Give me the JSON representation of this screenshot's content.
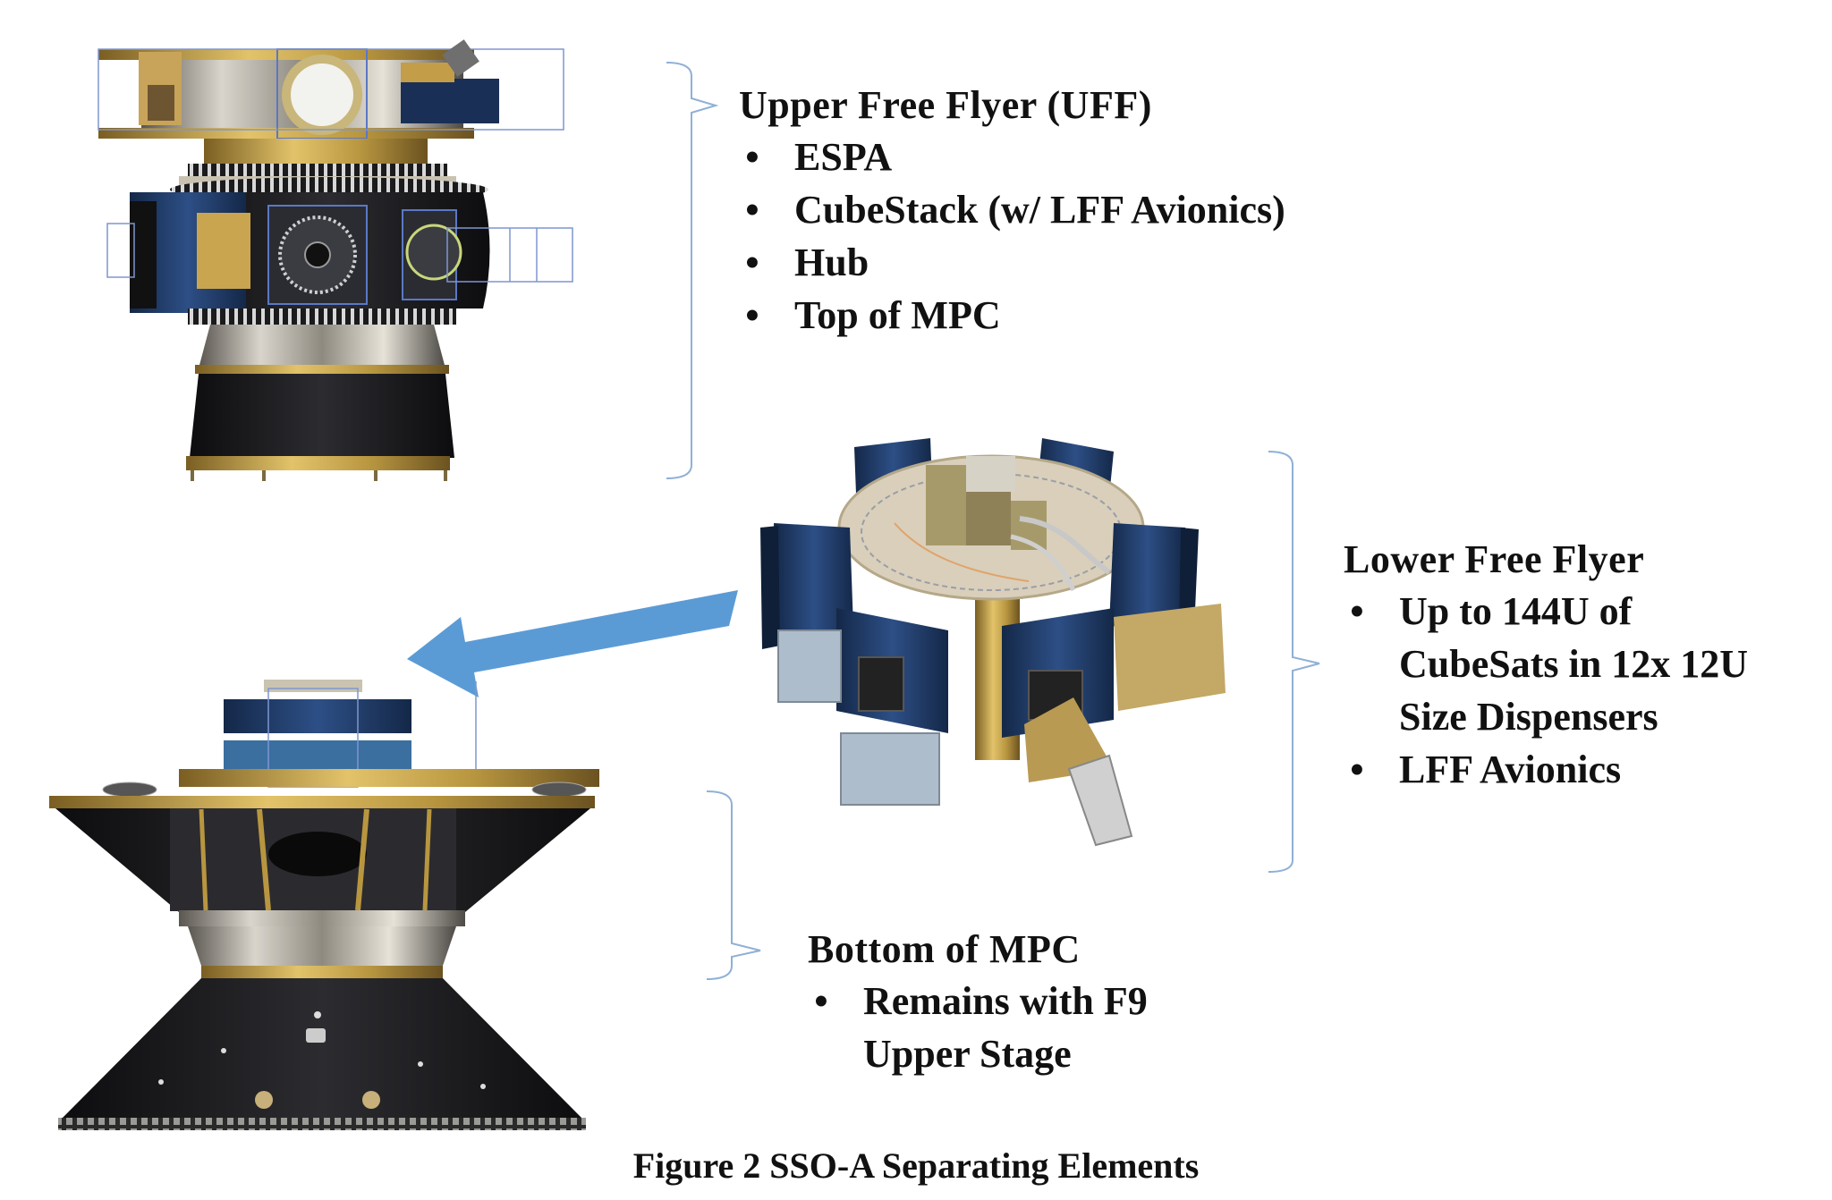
{
  "uff": {
    "title": "Upper Free Flyer (UFF)",
    "items": [
      "ESPA",
      "CubeStack (w/ LFF Avionics)",
      "Hub",
      "Top of MPC"
    ]
  },
  "lff": {
    "title": "Lower Free Flyer",
    "items": [
      "Up to 144U of CubeSats in 12x 12U Size Dispensers",
      "LFF Avionics"
    ],
    "item1_lines": [
      "Up to 144U of",
      "CubeSats in 12x 12U",
      "Size Dispensers"
    ]
  },
  "mpc_bottom": {
    "title": "Bottom of MPC",
    "items": [
      "Remains with F9 Upper Stage"
    ],
    "item1_lines": [
      "Remains with F9",
      "Upper Stage"
    ]
  },
  "bullet": "•",
  "caption": "Figure 2 SSO-A Separating Elements",
  "colors": {
    "bracket": "#8fb0d6",
    "arrow": "#5b9bd5",
    "dispenser_blue": "#1f3b6a",
    "gold": "#b89640",
    "dark_body": "#1c1c1e"
  }
}
